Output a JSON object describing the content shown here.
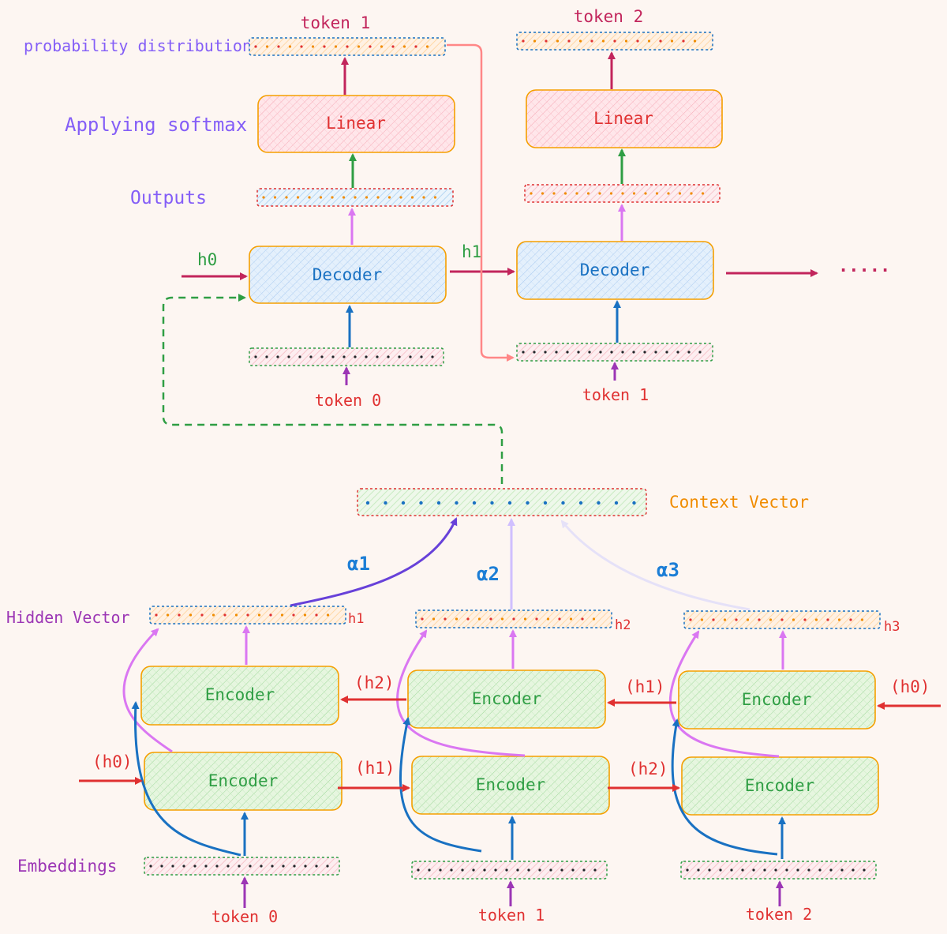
{
  "labels": {
    "probability_distribution": "probability distribution",
    "applying_softmax": "Applying softmax",
    "outputs": "Outputs",
    "context_vector": "Context Vector",
    "hidden_vector": "Hidden Vector",
    "embeddings": "Embeddings"
  },
  "decoder_steps": [
    {
      "output_token": "token 1",
      "linear_label": "Linear",
      "decoder_label": "Decoder",
      "input_token": "token 0",
      "hidden_in": "h0"
    },
    {
      "output_token": "token 2",
      "linear_label": "Linear",
      "decoder_label": "Decoder",
      "input_token": "token 1",
      "hidden_in": "h1"
    }
  ],
  "continuation": "·····",
  "attention_weights": [
    "α1",
    "α2",
    "α3"
  ],
  "encoder_columns": [
    {
      "input_token": "token 0",
      "encoder_label": "Encoder",
      "hidden_label": "h1",
      "fwd_in": "(h0)",
      "bwd_in": "(h2)"
    },
    {
      "input_token": "token 1",
      "encoder_label": "Encoder",
      "hidden_label": "h2",
      "fwd_in": "(h1)",
      "bwd_in": "(h1)"
    },
    {
      "input_token": "token 2",
      "encoder_label": "Encoder",
      "hidden_label": "h3",
      "fwd_in": "(h2)",
      "bwd_in": "(h0)"
    }
  ],
  "colors": {
    "background": "#fdf6f2",
    "encoder_fill": "#e3f5dc",
    "encoder_text": "#2f9e44",
    "decoder_fill": "#e1eefc",
    "decoder_text": "#1971c2",
    "linear_fill": "#ffe3e8",
    "linear_text": "#e03131",
    "box_border": "#f59f00",
    "label_purple": "#845ef7",
    "label_orange": "#f08c00",
    "token_red": "#e03131",
    "alpha_blue": "#1c7ed6",
    "arrow_hidden": "#c2255c",
    "arrow_green": "#2f9e44",
    "arrow_violet": "#da77f2",
    "arrow_blue": "#1971c2",
    "arrow_purple": "#9c36b5",
    "arrow_red": "#e03131",
    "arrow_pink": "#ff8787",
    "arrow_alpha1": "#6741d9",
    "arrow_alpha2": "#d0bfff",
    "arrow_alpha3": "#edeafc"
  }
}
